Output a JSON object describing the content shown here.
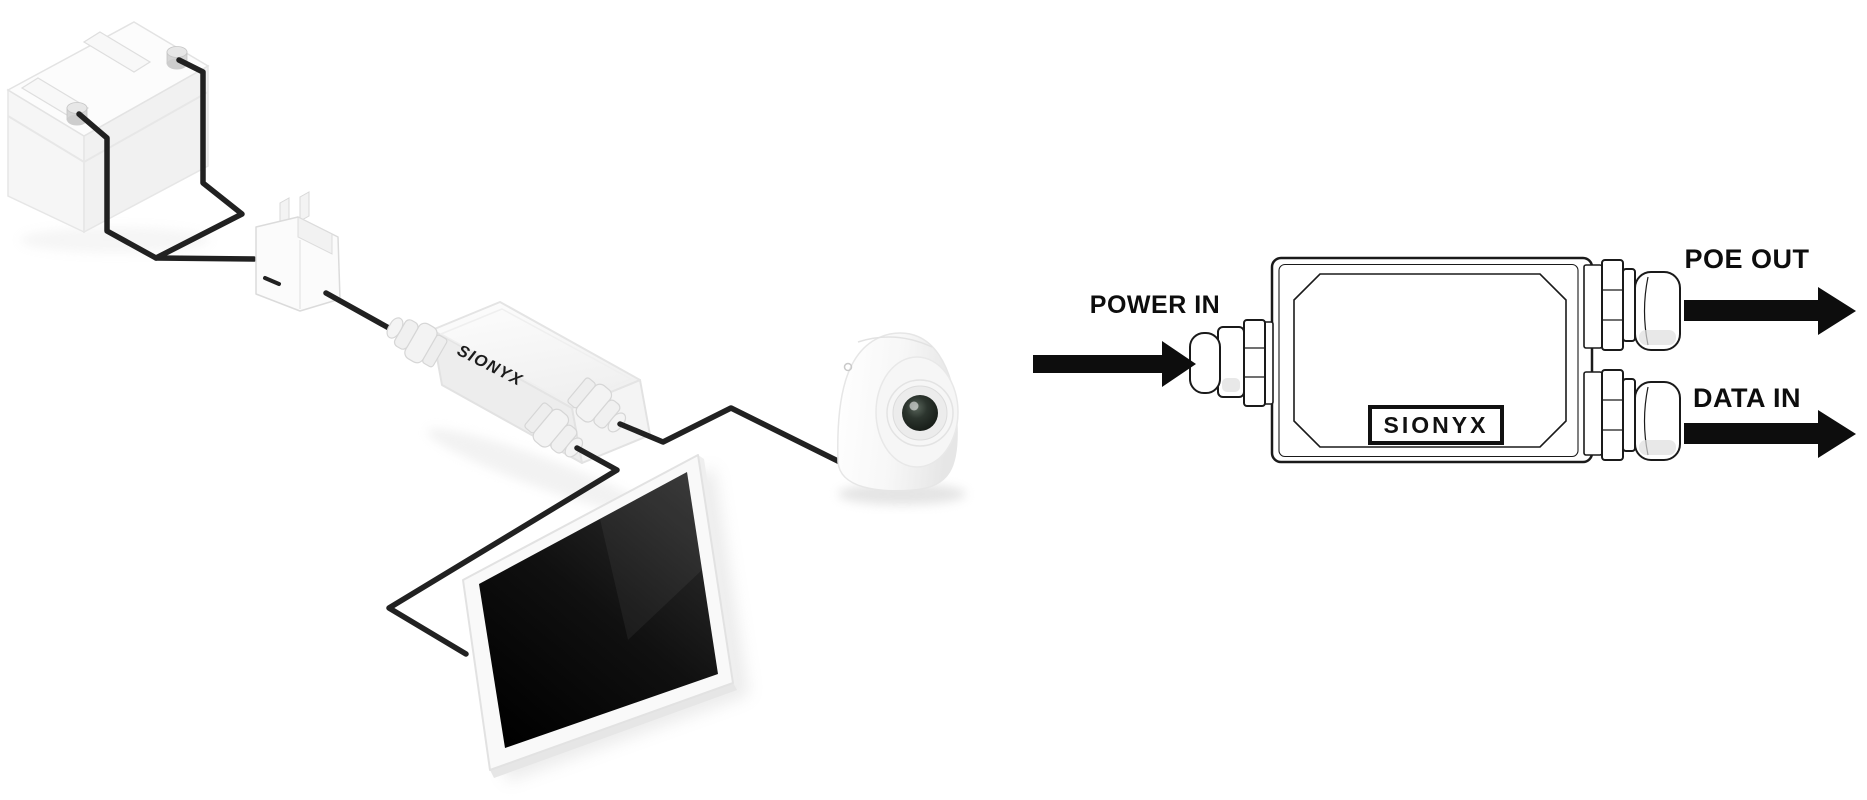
{
  "diagram": {
    "power_in_label": "POWER IN",
    "poe_out_label": "POE OUT",
    "data_in_label": "DATA IN",
    "box_logo": "SIONYX"
  },
  "scene": {
    "junction_box_logo": "SIONYX"
  },
  "colors": {
    "background": "#ffffff",
    "line": "#1a1a1a",
    "arrow": "#0d0d0d",
    "label": "#0d0d0d",
    "wire": "#212121",
    "screen_dark": "#0a0a0a"
  }
}
